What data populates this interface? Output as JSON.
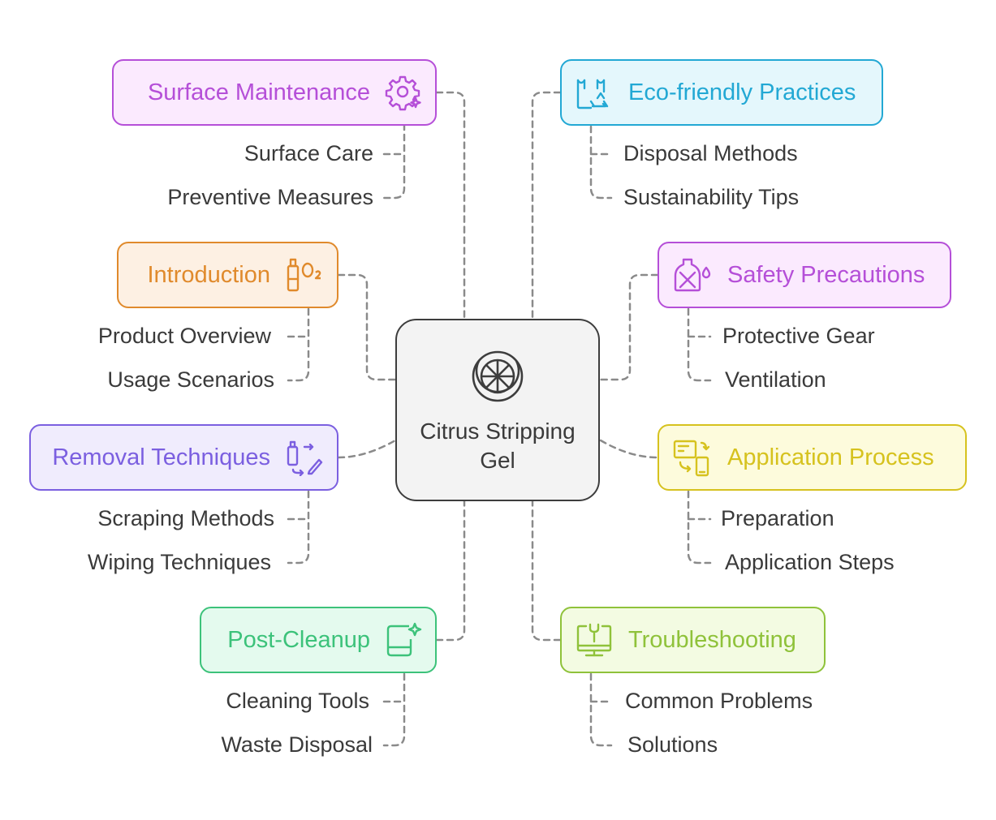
{
  "center": {
    "title": "Citrus Stripping Gel",
    "icon": "citrus-slice-icon",
    "color": "#3d3d3d"
  },
  "topics": {
    "surface_maintenance": {
      "label": "Surface Maintenance",
      "icon": "gear-sparkle-icon",
      "color": "#b54fd8",
      "fill": "#fbeafe",
      "items": [
        "Surface Care",
        "Preventive Measures"
      ]
    },
    "introduction": {
      "label": "Introduction",
      "icon": "bottle-o2-icon",
      "color": "#e08a2c",
      "fill": "#fdf0e3",
      "items": [
        "Product Overview",
        "Usage Scenarios"
      ]
    },
    "removal_techniques": {
      "label": "Removal Techniques",
      "icon": "bottle-transfer-icon",
      "color": "#7b5fe0",
      "fill": "#f0ecfd",
      "items": [
        "Scraping Methods",
        "Wiping Techniques"
      ]
    },
    "post_cleanup": {
      "label": "Post-Cleanup",
      "icon": "tablet-sparkle-icon",
      "color": "#3cc27a",
      "fill": "#e4faee",
      "items": [
        "Cleaning Tools",
        "Waste Disposal"
      ]
    },
    "eco_friendly": {
      "label": "Eco-friendly Practices",
      "icon": "recycle-bag-icon",
      "color": "#22a8d4",
      "fill": "#e4f7fc",
      "items": [
        "Disposal Methods",
        "Sustainability Tips"
      ]
    },
    "safety_precautions": {
      "label": "Safety Precautions",
      "icon": "hazard-bottle-icon",
      "color": "#b54fd8",
      "fill": "#fbeafe",
      "items": [
        "Protective Gear",
        "Ventilation"
      ]
    },
    "application_process": {
      "label": "Application Process",
      "icon": "device-transfer-icon",
      "color": "#d6c21e",
      "fill": "#fdfbdc",
      "items": [
        "Preparation",
        "Application Steps"
      ]
    },
    "troubleshooting": {
      "label": "Troubleshooting",
      "icon": "monitor-wrench-icon",
      "color": "#8fc23a",
      "fill": "#f3fbe2",
      "items": [
        "Common Problems",
        "Solutions"
      ]
    }
  },
  "connector_color": "#8a8a8a"
}
